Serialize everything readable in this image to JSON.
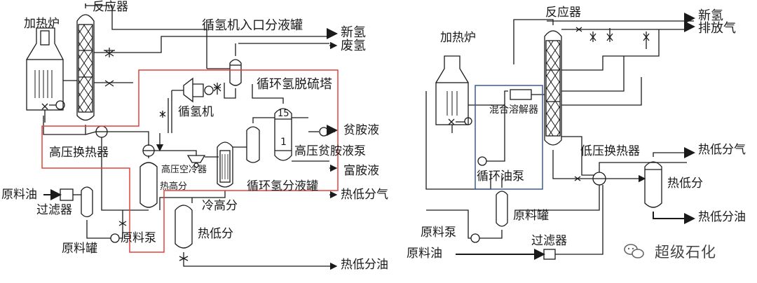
{
  "left_diagram": {
    "furnace": "加热炉",
    "reactor": "反应器",
    "inlet_drum": "循氢机入口分液罐",
    "fresh_h2": "新氢",
    "waste_h2": "废氢",
    "desulfur_tower": "循环氢脱硫塔",
    "recycle_compressor": "循氢机",
    "lean_amine": "贫胺液",
    "hp_exchanger": "高压换热器",
    "hp_air_cooler": "高压空冷器",
    "hp_lean_amine_pump": "高压贫胺液泵",
    "rich_amine": "富胺液",
    "recycle_h2_drum": "循环氢分液罐",
    "hot_hp_sep": "热高分",
    "hot_lp_gas": "热低分气",
    "feed_oil": "原料油",
    "filter": "过滤器",
    "cold_hp_sep": "冷高分",
    "feed_drum": "原料罐",
    "feed_pump": "原料泵",
    "hot_lp_sep": "热低分",
    "hot_lp_oil": "热低分油",
    "tray_top": "15",
    "tray_bottom": "1"
  },
  "right_diagram": {
    "reactor": "反应器",
    "fresh_h2": "新氢",
    "vent_gas": "排放气",
    "furnace": "加热炉",
    "mixing_dissolver": "混合溶解器",
    "lp_exchanger": "低压换热器",
    "hot_lp_gas": "热低分气",
    "circ_oil_pump": "循环油泵",
    "hot_lp_sep": "热低分",
    "feed_drum": "原料罐",
    "hot_lp_oil": "热低分油",
    "feed_pump": "原料泵",
    "filter": "过滤器",
    "feed_oil": "原料油"
  },
  "watermark": {
    "text": "超级石化",
    "icon": "wechat-icon"
  },
  "colors": {
    "line": "#1a1a1a",
    "highlight_red": "#e0443a",
    "highlight_blue": "#3a5a9a"
  }
}
